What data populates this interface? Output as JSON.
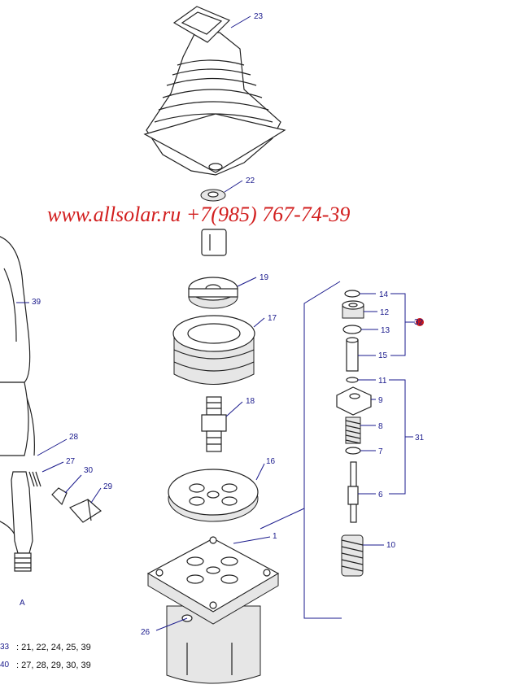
{
  "watermark": "www.allsolar.ru +7(985) 767-74-39",
  "callouts": {
    "c23": "23",
    "c22": "22",
    "c19": "19",
    "c17": "17",
    "c18": "18",
    "c16": "16",
    "c1": "1",
    "c26": "26",
    "c39": "39",
    "c28": "28",
    "c27": "27",
    "c30": "30",
    "c29": "29",
    "c14": "14",
    "c12": "12",
    "c13": "13",
    "c15": "15",
    "c11": "11",
    "c9": "9",
    "c8": "8",
    "c7": "7",
    "c6": "6",
    "c10": "10",
    "c31": "31",
    "c32": "32",
    "viewA": "A"
  },
  "legend": [
    {
      "kit": "33",
      "parts": ": 21, 22, 24, 25, 39"
    },
    {
      "kit": "40",
      "parts": ": 27, 28, 29, 30, 39"
    }
  ],
  "colors": {
    "callout": "#1a1a8c",
    "watermark": "#d21f1f",
    "highlight": "#cc1a1a"
  }
}
